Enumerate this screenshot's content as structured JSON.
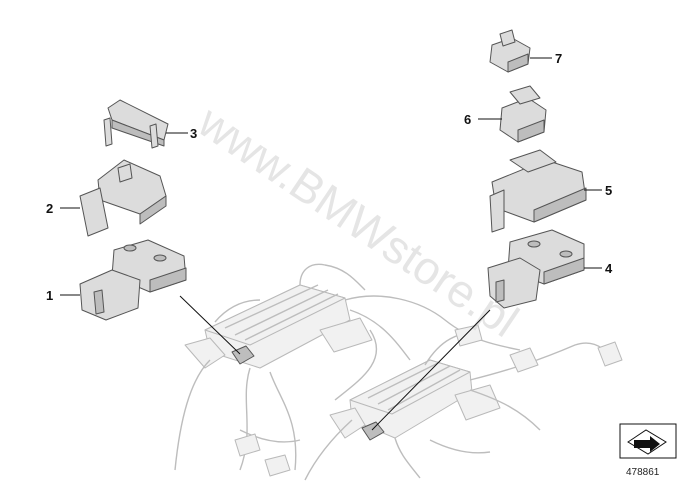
{
  "watermark": "www.BMWstore.pl",
  "reference_number": "478861",
  "callouts": [
    {
      "id": "1",
      "label": "1"
    },
    {
      "id": "2",
      "label": "2"
    },
    {
      "id": "3",
      "label": "3"
    },
    {
      "id": "4",
      "label": "4"
    },
    {
      "id": "5",
      "label": "5"
    },
    {
      "id": "6",
      "label": "6"
    },
    {
      "id": "7",
      "label": "7"
    }
  ],
  "icons": {
    "corner_symbol": "arrow-in-box-icon"
  }
}
